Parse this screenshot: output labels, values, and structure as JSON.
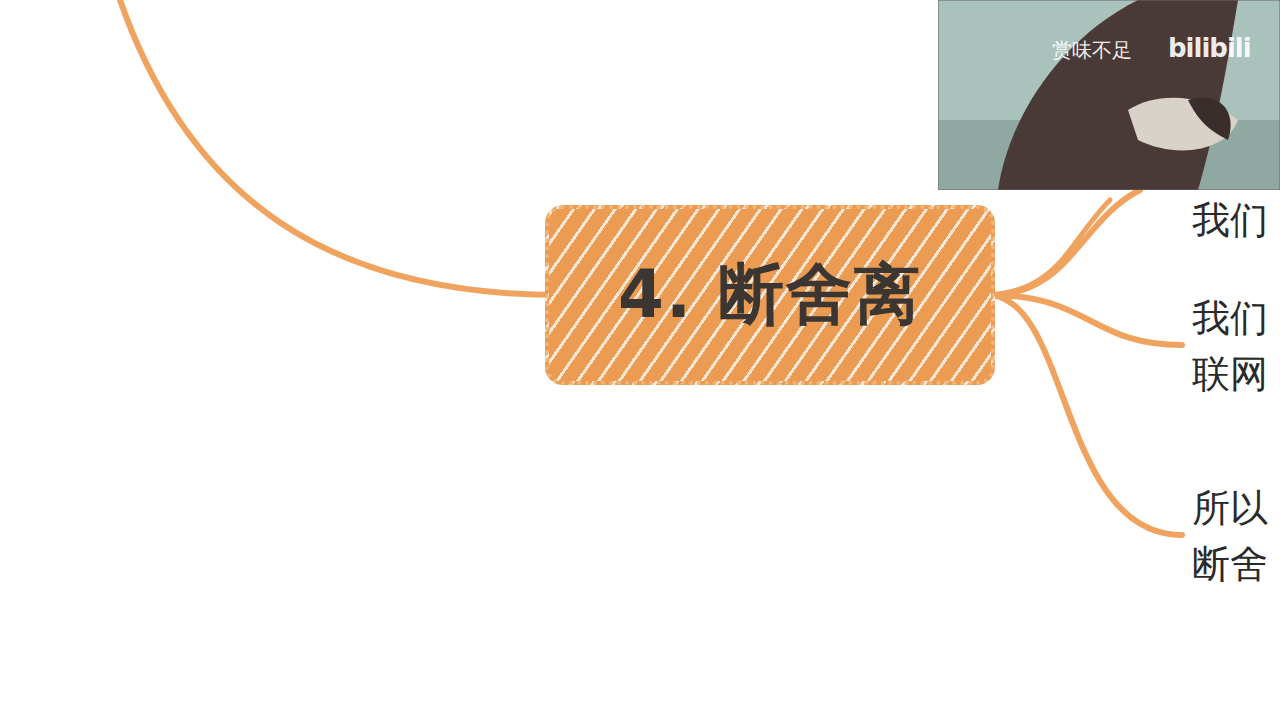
{
  "diagram": {
    "nodes": [
      {
        "text": [
          "4. 断舍离"
        ]
      }
    ],
    "labels": [
      "我们",
      "我们 联网",
      "所以 断舍",
      "赏味不足",
      "bilibili"
    ]
  }
}
